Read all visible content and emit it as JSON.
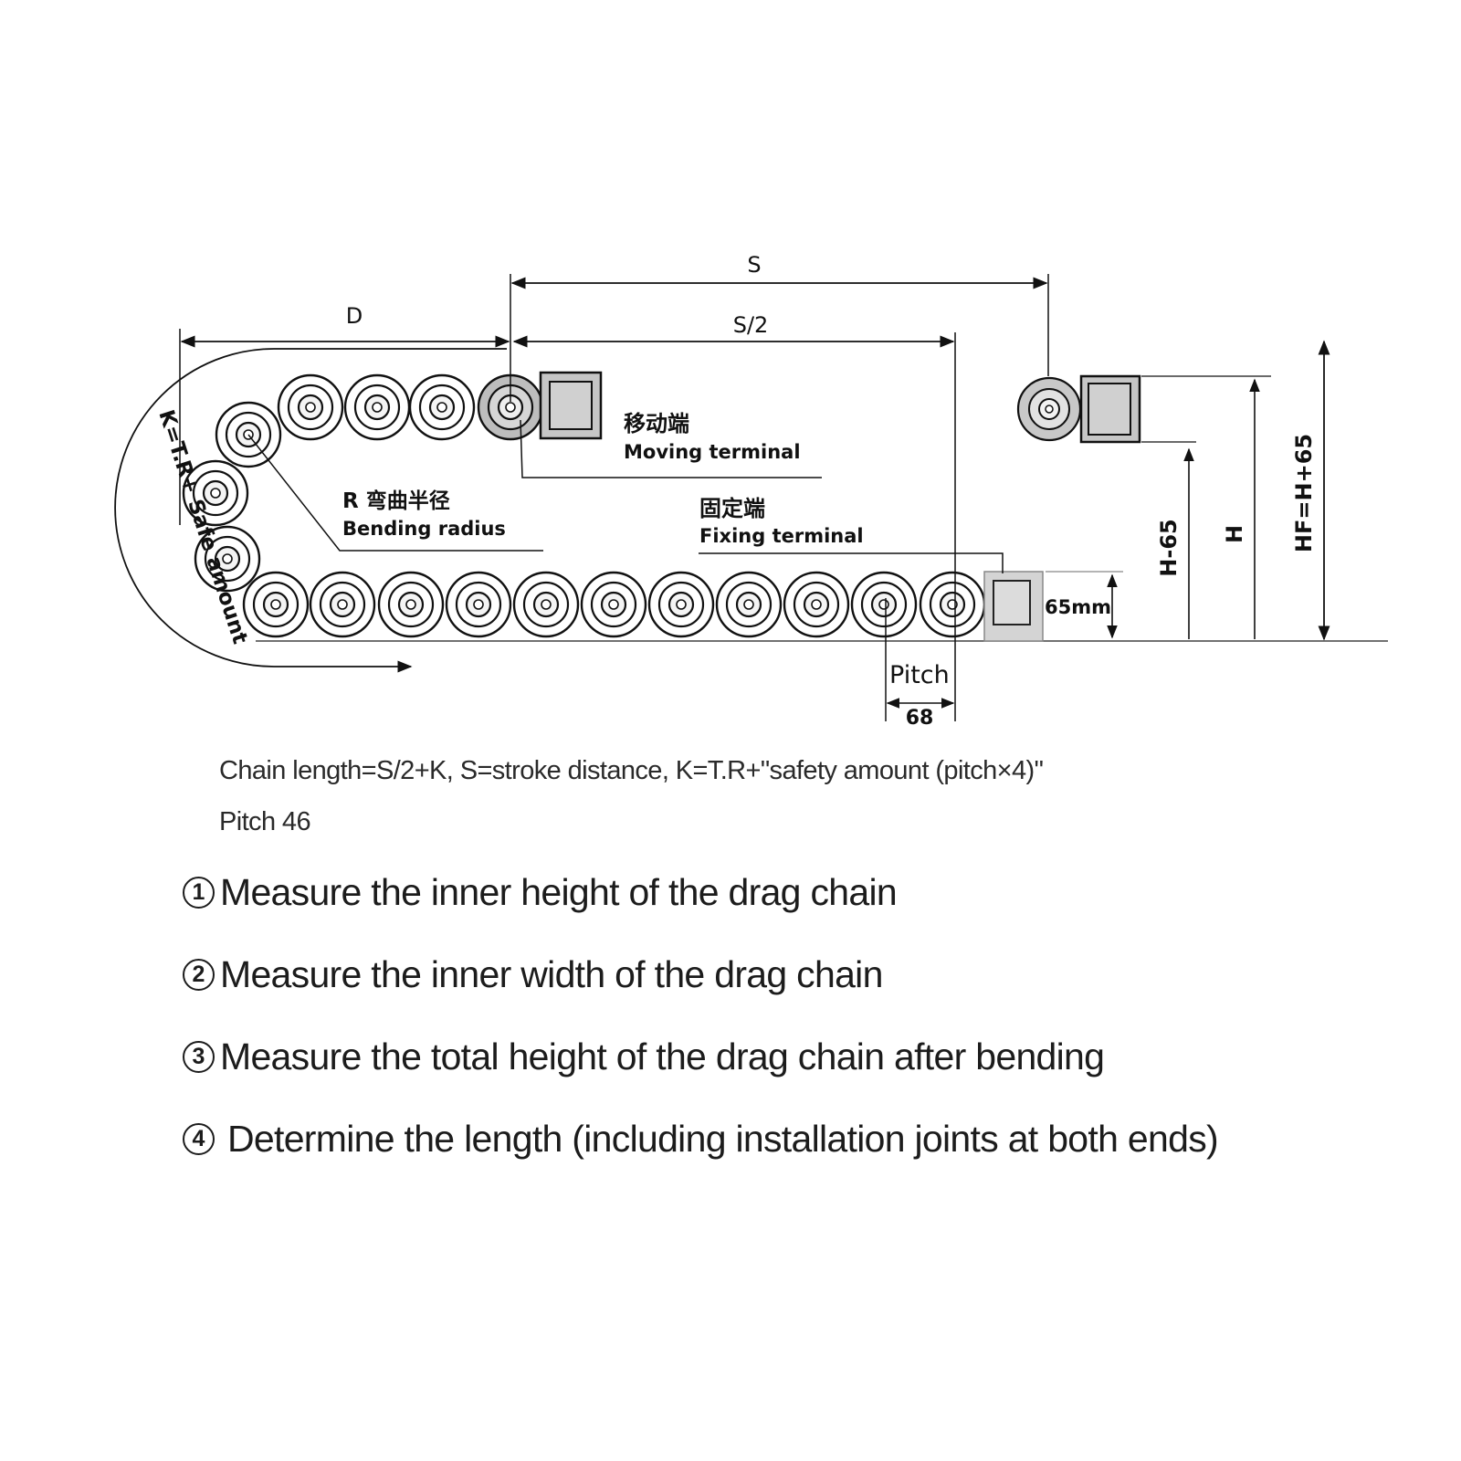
{
  "diagram": {
    "dim_s": "S",
    "dim_d": "D",
    "dim_s_half": "S/2",
    "k_label": "K=T.R+ Safe amount",
    "moving_terminal_cn": "移动端",
    "moving_terminal_en": "Moving terminal",
    "bending_radius_cn": "R 弯曲半径",
    "bending_radius_en": "Bending radius",
    "fixing_terminal_cn": "固定端",
    "fixing_terminal_en": "Fixing terminal",
    "link_height": "65mm",
    "pitch_label": "Pitch",
    "pitch_value": "68",
    "dim_h_minus": "H-65",
    "dim_h": "H",
    "dim_hf": "HF=H+65"
  },
  "captions": {
    "formula": "Chain length=S/2+K, S=stroke distance, K=T.R+\"safety amount (pitch×4)\"",
    "pitch": "Pitch 46"
  },
  "steps": [
    {
      "num": "1",
      "text": "Measure the inner height of the drag chain"
    },
    {
      "num": "2",
      "text": "Measure the inner width of the drag chain"
    },
    {
      "num": "3",
      "text": "Measure the total height of the drag chain after bending"
    },
    {
      "num": "4",
      "text": "Determine the length (including installation joints at both ends)"
    }
  ]
}
